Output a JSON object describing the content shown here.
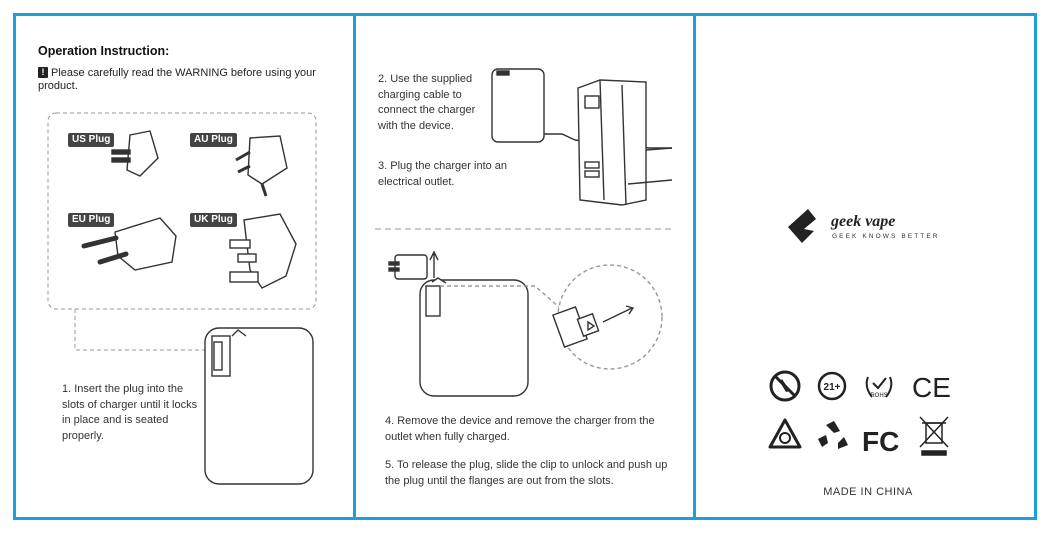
{
  "panel1": {
    "title": "Operation Instruction:",
    "warning": "Please carefully read the WARNING before using your product.",
    "warning_icon": "exclamation-icon",
    "plugs": [
      "US Plug",
      "AU Plug",
      "EU Plug",
      "UK Plug"
    ],
    "step1": "1. Insert the plug into the slots of charger until it locks in place and is seated properly."
  },
  "panel2": {
    "step2": "2. Use the supplied charging cable to connect the charger with the device.",
    "step3": "3. Plug the charger into an electrical outlet.",
    "step4": "4. Remove the device and remove the charger from the outlet when fully charged.",
    "step5": "5. To release the plug, slide the clip to unlock and push up the plug until the flanges are out from the slots."
  },
  "panel3": {
    "brand": "geek vape",
    "tagline": "GEEK KNOWS BETTER",
    "cert_icons": [
      "no-smoking-icon",
      "age-21-icon",
      "rohs-icon",
      "ce-mark-icon",
      "rcm-icon",
      "recycle-icon",
      "fcc-icon",
      "weee-bin-icon"
    ],
    "cert_labels": {
      "age": "21+",
      "rohs": "ROHS",
      "ce": "CE",
      "fcc": "FC"
    },
    "made_in": "MADE IN CHINA"
  },
  "colors": {
    "border": "#1aa0de",
    "text": "#333333",
    "tag_bg": "#444444"
  }
}
